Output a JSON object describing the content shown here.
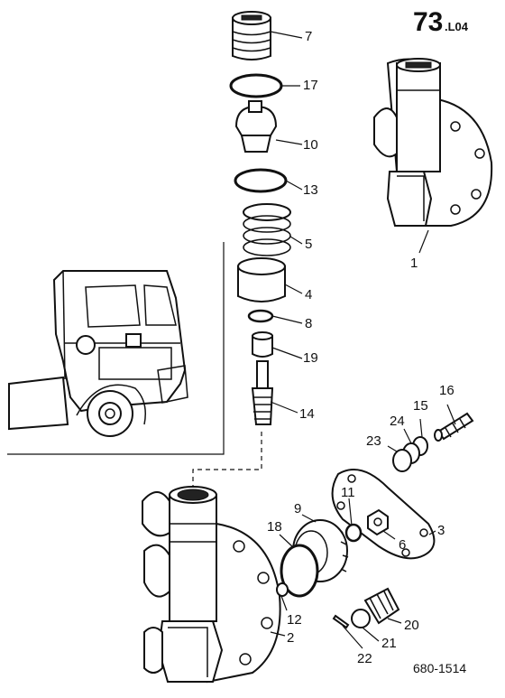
{
  "header": {
    "page_number": "73",
    "suffix": ".L04"
  },
  "footer": {
    "drawing_code": "680-1514"
  },
  "parts": [
    {
      "key": "p7",
      "label": "7"
    },
    {
      "key": "p17",
      "label": "17"
    },
    {
      "key": "p10",
      "label": "10"
    },
    {
      "key": "p13",
      "label": "13"
    },
    {
      "key": "p5",
      "label": "5"
    },
    {
      "key": "p4",
      "label": "4"
    },
    {
      "key": "p8",
      "label": "8"
    },
    {
      "key": "p19",
      "label": "19"
    },
    {
      "key": "p14",
      "label": "14"
    },
    {
      "key": "p16",
      "label": "16"
    },
    {
      "key": "p15",
      "label": "15"
    },
    {
      "key": "p24",
      "label": "24"
    },
    {
      "key": "p23",
      "label": "23"
    },
    {
      "key": "p11",
      "label": "11"
    },
    {
      "key": "p9",
      "label": "9"
    },
    {
      "key": "p18",
      "label": "18"
    },
    {
      "key": "p3",
      "label": "3"
    },
    {
      "key": "p6",
      "label": "6"
    },
    {
      "key": "p12",
      "label": "12"
    },
    {
      "key": "p2",
      "label": "2"
    },
    {
      "key": "p20",
      "label": "20"
    },
    {
      "key": "p21",
      "label": "21"
    },
    {
      "key": "p22",
      "label": "22"
    },
    {
      "key": "p1",
      "label": "1"
    }
  ]
}
